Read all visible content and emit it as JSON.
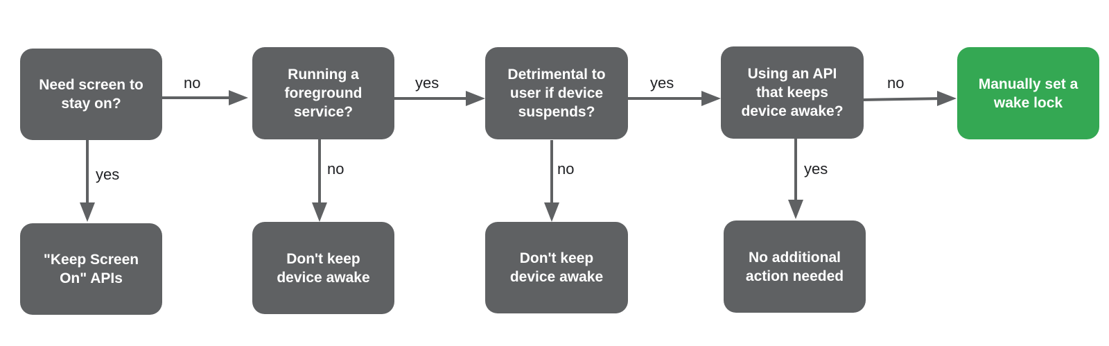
{
  "nodes": {
    "n1": {
      "text": "Need screen to\nstay on?",
      "kind": "decision"
    },
    "n2": {
      "text": "Running a\nforeground\nservice?",
      "kind": "decision"
    },
    "n3": {
      "text": "Detrimental to\nuser if device\nsuspends?",
      "kind": "decision"
    },
    "n4": {
      "text": "Using an API\nthat keeps\ndevice awake?",
      "kind": "decision"
    },
    "n5": {
      "text": "Manually set a\nwake lock",
      "kind": "action"
    },
    "b1": {
      "text": "\"Keep Screen\nOn\" APIs",
      "kind": "outcome"
    },
    "b2": {
      "text": "Don't keep\ndevice awake",
      "kind": "outcome"
    },
    "b3": {
      "text": "Don't keep\ndevice awake",
      "kind": "outcome"
    },
    "b4": {
      "text": "No additional\naction needed",
      "kind": "outcome"
    }
  },
  "edges": [
    {
      "id": "e1",
      "from": "n1",
      "to": "n2",
      "label": "no"
    },
    {
      "id": "e2",
      "from": "n2",
      "to": "n3",
      "label": "yes"
    },
    {
      "id": "e3",
      "from": "n3",
      "to": "n4",
      "label": "yes"
    },
    {
      "id": "e4",
      "from": "n4",
      "to": "n5",
      "label": "no"
    },
    {
      "id": "e5",
      "from": "n1",
      "to": "b1",
      "label": "yes"
    },
    {
      "id": "e6",
      "from": "n2",
      "to": "b2",
      "label": "no"
    },
    {
      "id": "e7",
      "from": "n3",
      "to": "b3",
      "label": "no"
    },
    {
      "id": "e8",
      "from": "n4",
      "to": "b4",
      "label": "yes"
    }
  ],
  "colors": {
    "node_fill": "#5f6163",
    "action_fill": "#34a853",
    "node_text": "#ffffff",
    "arrow": "#5f6163",
    "label_text": "#202124"
  }
}
